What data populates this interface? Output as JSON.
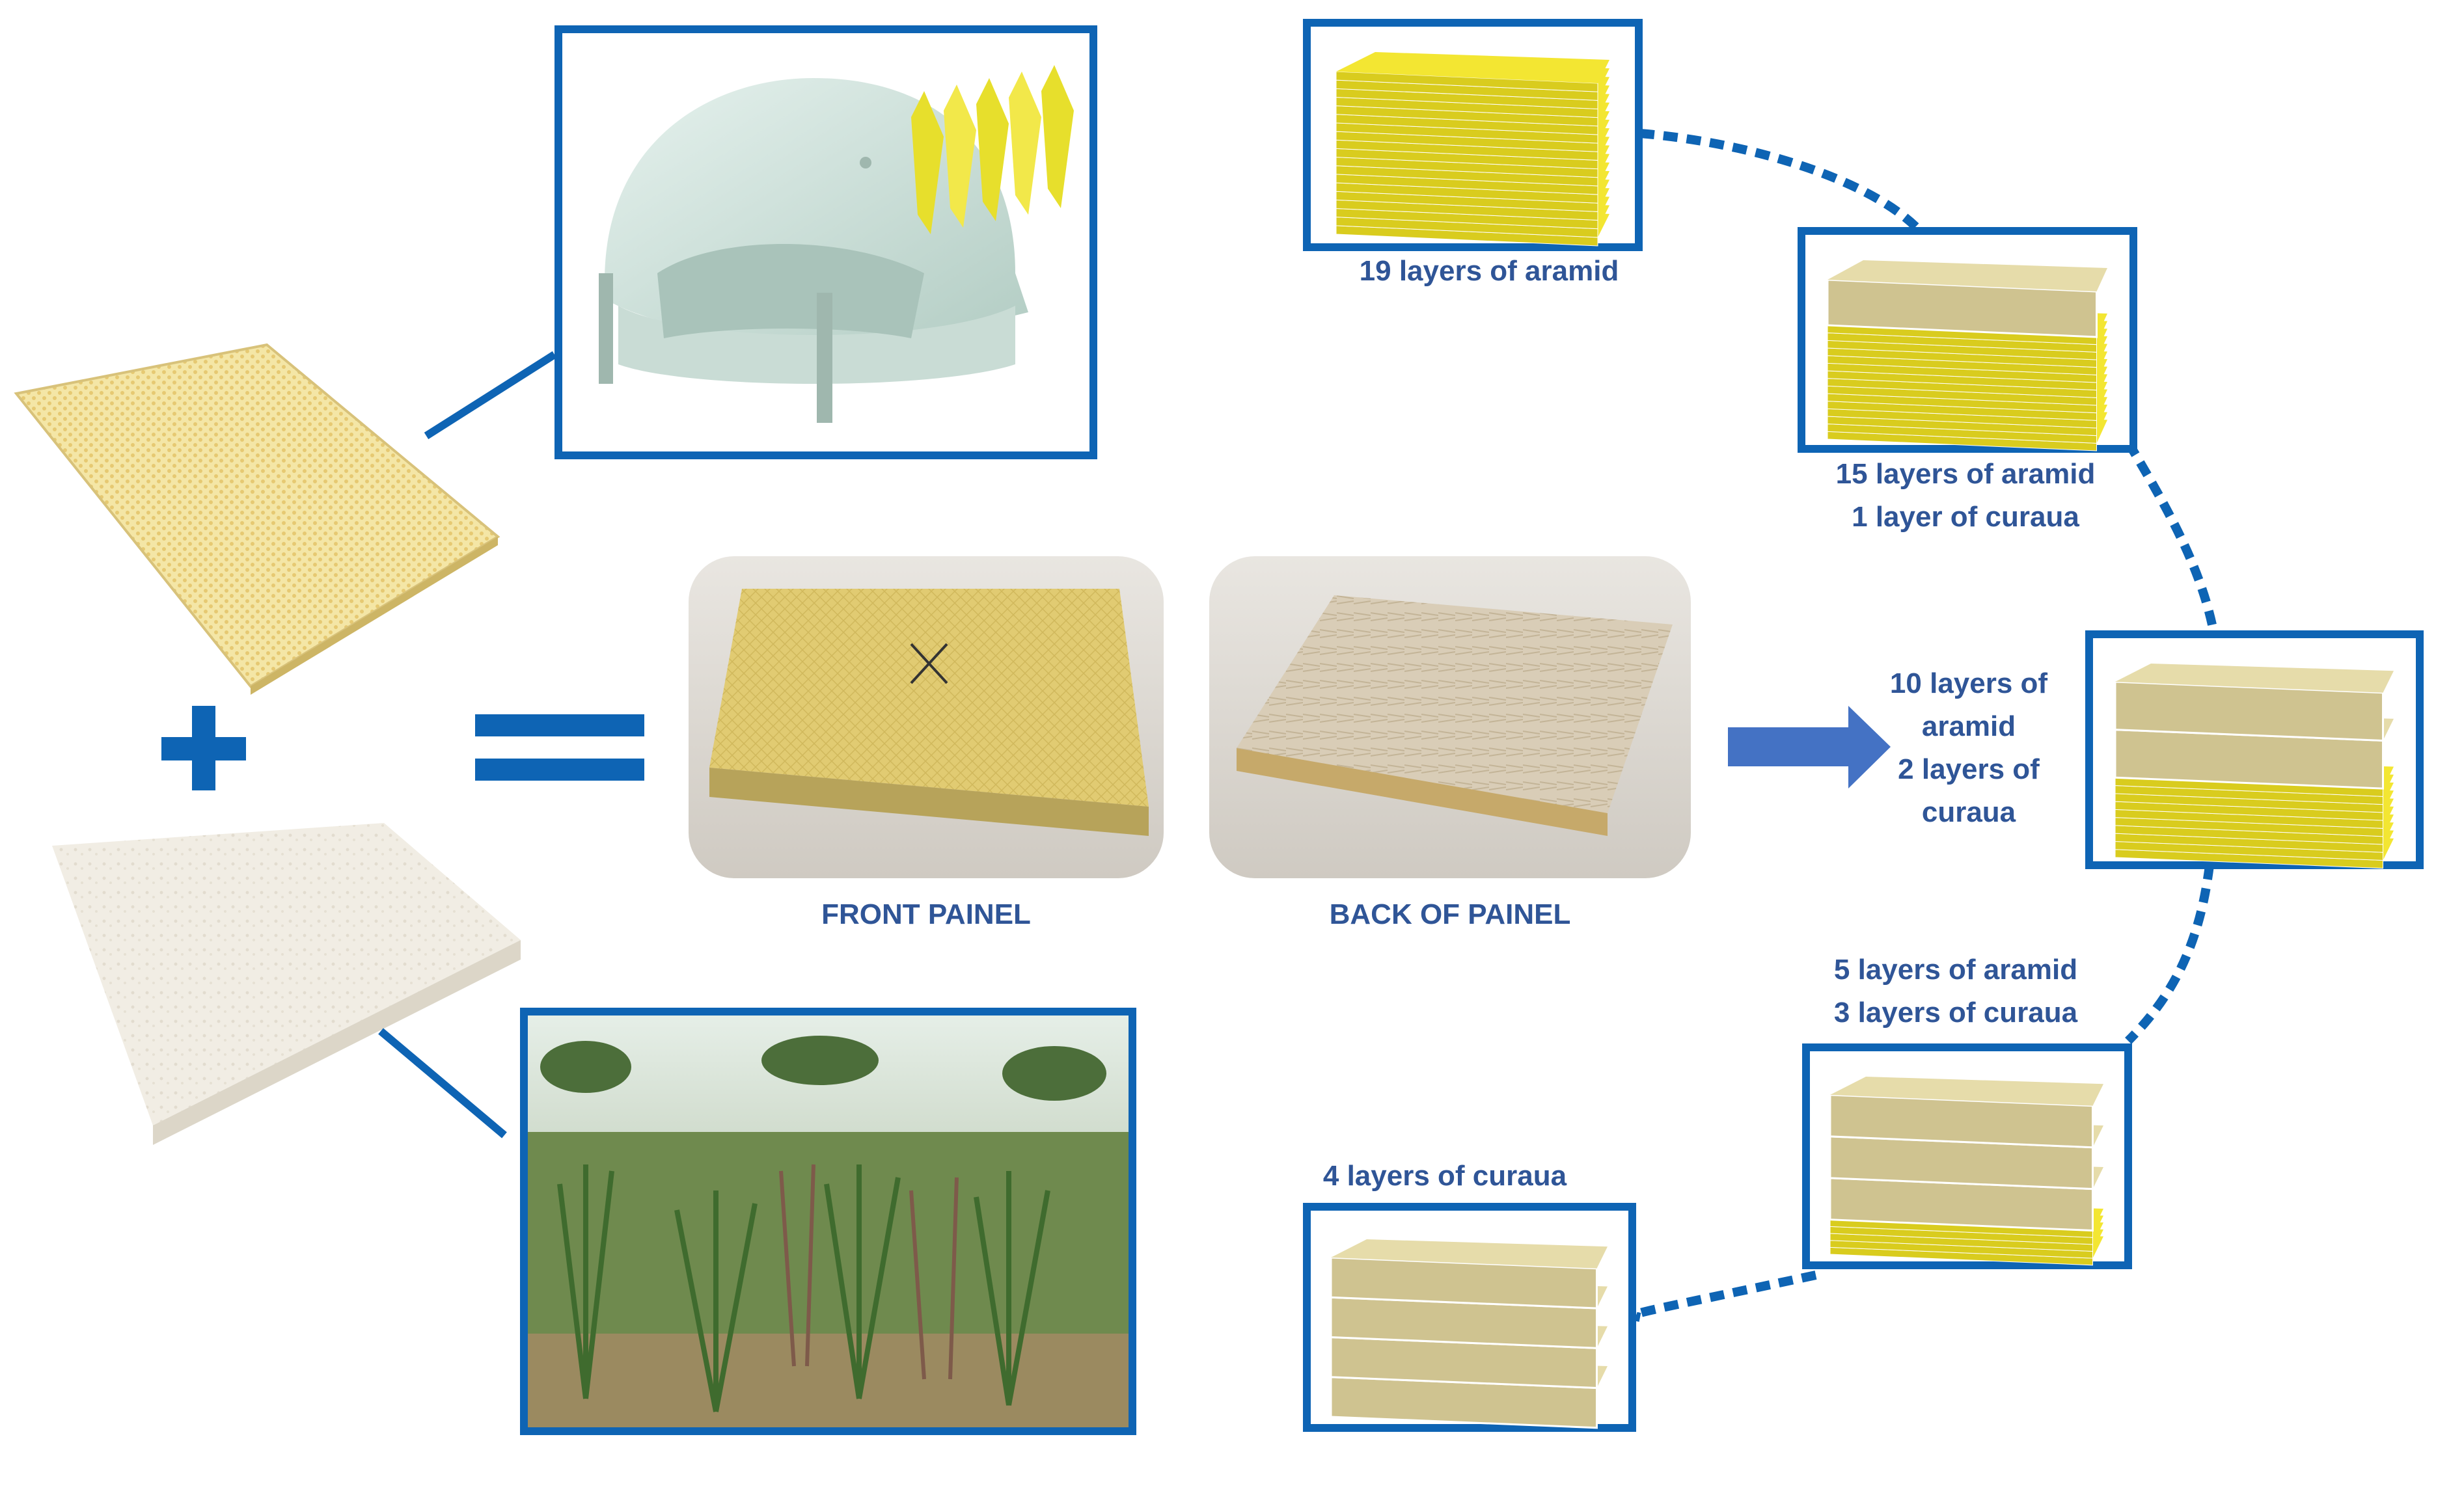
{
  "captions": {
    "front_panel": "FRONT PAINEL",
    "back_panel": "BACK OF PAINEL"
  },
  "configurations": [
    {
      "lines": [
        "19 layers of aramid"
      ],
      "aramid_layers": 19,
      "curaua_layers": 0
    },
    {
      "lines": [
        "15 layers of aramid",
        "1 layer of curaua"
      ],
      "aramid_layers": 15,
      "curaua_layers": 1
    },
    {
      "lines": [
        "10 layers of",
        "aramid",
        "2 layers of",
        "curaua"
      ],
      "aramid_layers": 10,
      "curaua_layers": 2
    },
    {
      "lines": [
        "5 layers of aramid",
        "3 layers of curaua"
      ],
      "aramid_layers": 5,
      "curaua_layers": 3
    },
    {
      "lines": [
        "4 layers of curaua"
      ],
      "aramid_layers": 0,
      "curaua_layers": 4
    }
  ],
  "icons": {
    "plus": "plus-icon",
    "equals": "equals-icon",
    "arrow": "arrow-right-icon"
  },
  "colors": {
    "accent_blue": "#0E64B4",
    "label_blue": "#2F5597",
    "arrow_blue": "#4472C4",
    "aramid_yellow": "#F3E632",
    "curaua_beige": "#E6DCAA"
  }
}
